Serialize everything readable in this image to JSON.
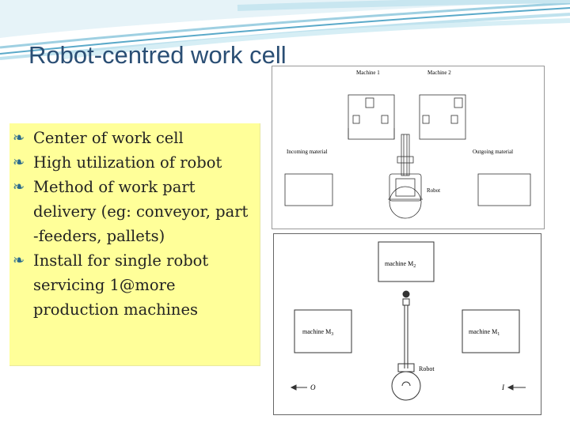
{
  "slide": {
    "title": "Robot-centred work cell",
    "bullets": [
      {
        "lines": [
          "Center of work cell"
        ]
      },
      {
        "lines": [
          "High utilization of robot"
        ]
      },
      {
        "lines": [
          "Method of work part",
          "delivery (eg: conveyor, part",
          "-feeders, pallets)"
        ]
      },
      {
        "lines": [
          "Install for single robot",
          "servicing 1@more",
          "production machines"
        ]
      }
    ],
    "bullet_icon": "curl-bullet-icon"
  },
  "figure_top": {
    "machine1": "Machine 1",
    "machine2": "Machine 2",
    "incoming": "Incoming material",
    "outgoing": "Outgoing material",
    "robot": "Robot"
  },
  "figure_bottom": {
    "m2": "machine M",
    "m2_sub": "2",
    "m3": "machine M",
    "m3_sub": "3",
    "m1": "machine M",
    "m1_sub": "1",
    "robot": "Robot",
    "out_label": "O",
    "in_label": "I"
  },
  "colors": {
    "title": "#2a4e74",
    "bullet_box": "#ffff99",
    "wave": "#5aa9c9"
  }
}
